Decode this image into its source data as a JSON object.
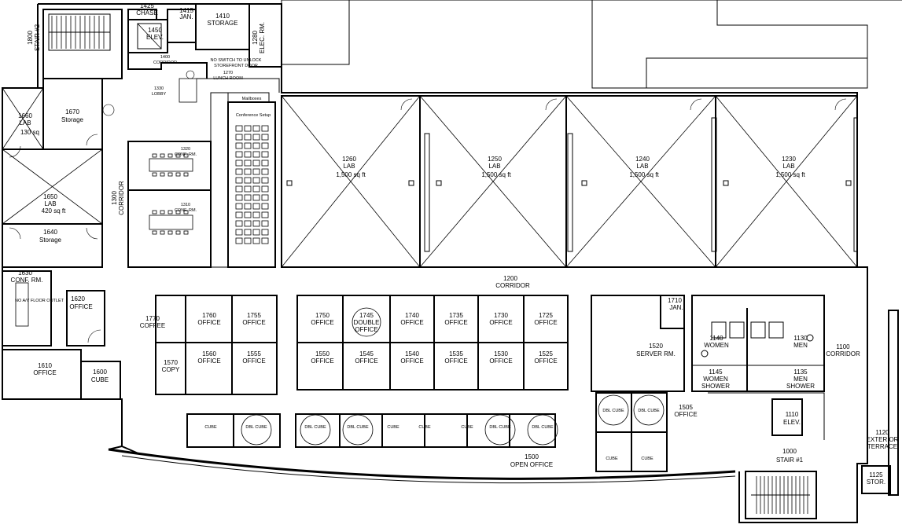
{
  "rooms": {
    "r1425": [
      "1425",
      "CHASE"
    ],
    "r1415": [
      "1415",
      "JAN."
    ],
    "r1410": [
      "1410",
      "STORAGE"
    ],
    "r1450": [
      "1450",
      "ELEV."
    ],
    "r1400": [
      "1400",
      "CORRIDOR"
    ],
    "r1800": [
      "1800",
      "STAIR #2"
    ],
    "r1280": [
      "1280",
      "ELEC. RM."
    ],
    "r1270": [
      "1270",
      "LUNCH ROOM"
    ],
    "r1330": [
      "1330",
      "LOBBY"
    ],
    "r1660": [
      "1660",
      "LAB",
      "130 sq"
    ],
    "r1670": [
      "1670",
      "Storage"
    ],
    "r1650": [
      "1650",
      "LAB",
      "420 sq  ft"
    ],
    "r1640": [
      "1640",
      "Storage"
    ],
    "r1320": [
      "1320",
      "CONF. RM."
    ],
    "r1310": [
      "1310",
      "CONF. RM."
    ],
    "r1300": [
      "1300",
      "CORRIDOR"
    ],
    "r1260": [
      "1260",
      "LAB",
      "1,500 sq  ft"
    ],
    "r1250": [
      "1250",
      "LAB",
      "1,500 sq  ft"
    ],
    "r1240": [
      "1240",
      "LAB",
      "1,500 sq  ft"
    ],
    "r1230": [
      "1230",
      "LAB",
      "1,500 sq  ft"
    ],
    "r1200": [
      "1200",
      "CORRIDOR"
    ],
    "r1630": [
      "1630",
      "CONF. RM."
    ],
    "r1620": [
      "1620",
      "OFFICE"
    ],
    "r1610": [
      "1610",
      "OFFICE"
    ],
    "r1600": [
      "1600",
      "CUBE"
    ],
    "r1770": [
      "1770",
      "COFFEE"
    ],
    "r1570": [
      "1570",
      "COPY"
    ],
    "r1760": [
      "1760",
      "OFFICE"
    ],
    "r1755": [
      "1755",
      "OFFICE"
    ],
    "r1560": [
      "1560",
      "OFFICE"
    ],
    "r1555": [
      "1555",
      "OFFICE"
    ],
    "r1750": [
      "1750",
      "OFFICE"
    ],
    "r1745": [
      "1745",
      "DOUBLE",
      "OFFICE"
    ],
    "r1740": [
      "1740",
      "OFFICE"
    ],
    "r1735": [
      "1735",
      "OFFICE"
    ],
    "r1730": [
      "1730",
      "OFFICE"
    ],
    "r1725": [
      "1725",
      "OFFICE"
    ],
    "r1550": [
      "1550",
      "OFFICE"
    ],
    "r1545": [
      "1545",
      "OFFICE"
    ],
    "r1540": [
      "1540",
      "OFFICE"
    ],
    "r1535": [
      "1535",
      "OFFICE"
    ],
    "r1530": [
      "1530",
      "OFFICE"
    ],
    "r1525": [
      "1525",
      "OFFICE"
    ],
    "r1710": [
      "1710",
      "JAN."
    ],
    "r1520": [
      "1520",
      "SERVER RM."
    ],
    "r1140": [
      "1140",
      "WOMEN"
    ],
    "r1130": [
      "1130",
      "MEN"
    ],
    "r1145": [
      "1145",
      "WOMEN",
      "SHOWER"
    ],
    "r1135": [
      "1135",
      "MEN",
      "SHOWER"
    ],
    "r1100": [
      "1100",
      "CORRIDOR"
    ],
    "r1505": [
      "1505",
      "OFFICE"
    ],
    "r1110": [
      "1110",
      "ELEV."
    ],
    "r1000": [
      "1000",
      "STAIR #1"
    ],
    "r1500": [
      "1500",
      "OPEN OFFICE"
    ],
    "r1120": [
      "1120",
      "EXTERIOR",
      "TERRACE"
    ],
    "r1125": [
      "1125",
      "STOR."
    ]
  },
  "notes": {
    "conference_setup": "Conference Setup",
    "mailboxes": "Mailboxes",
    "no_switch": "NO SWITCH TO UNLOCK",
    "storefront_door": "STOREFRONT DOOR",
    "av_outlet": "NO A/V FLOOR OUTLET"
  },
  "cube_labels": {
    "cube": "CUBE",
    "dbl_cube": "DBL CUBE"
  }
}
